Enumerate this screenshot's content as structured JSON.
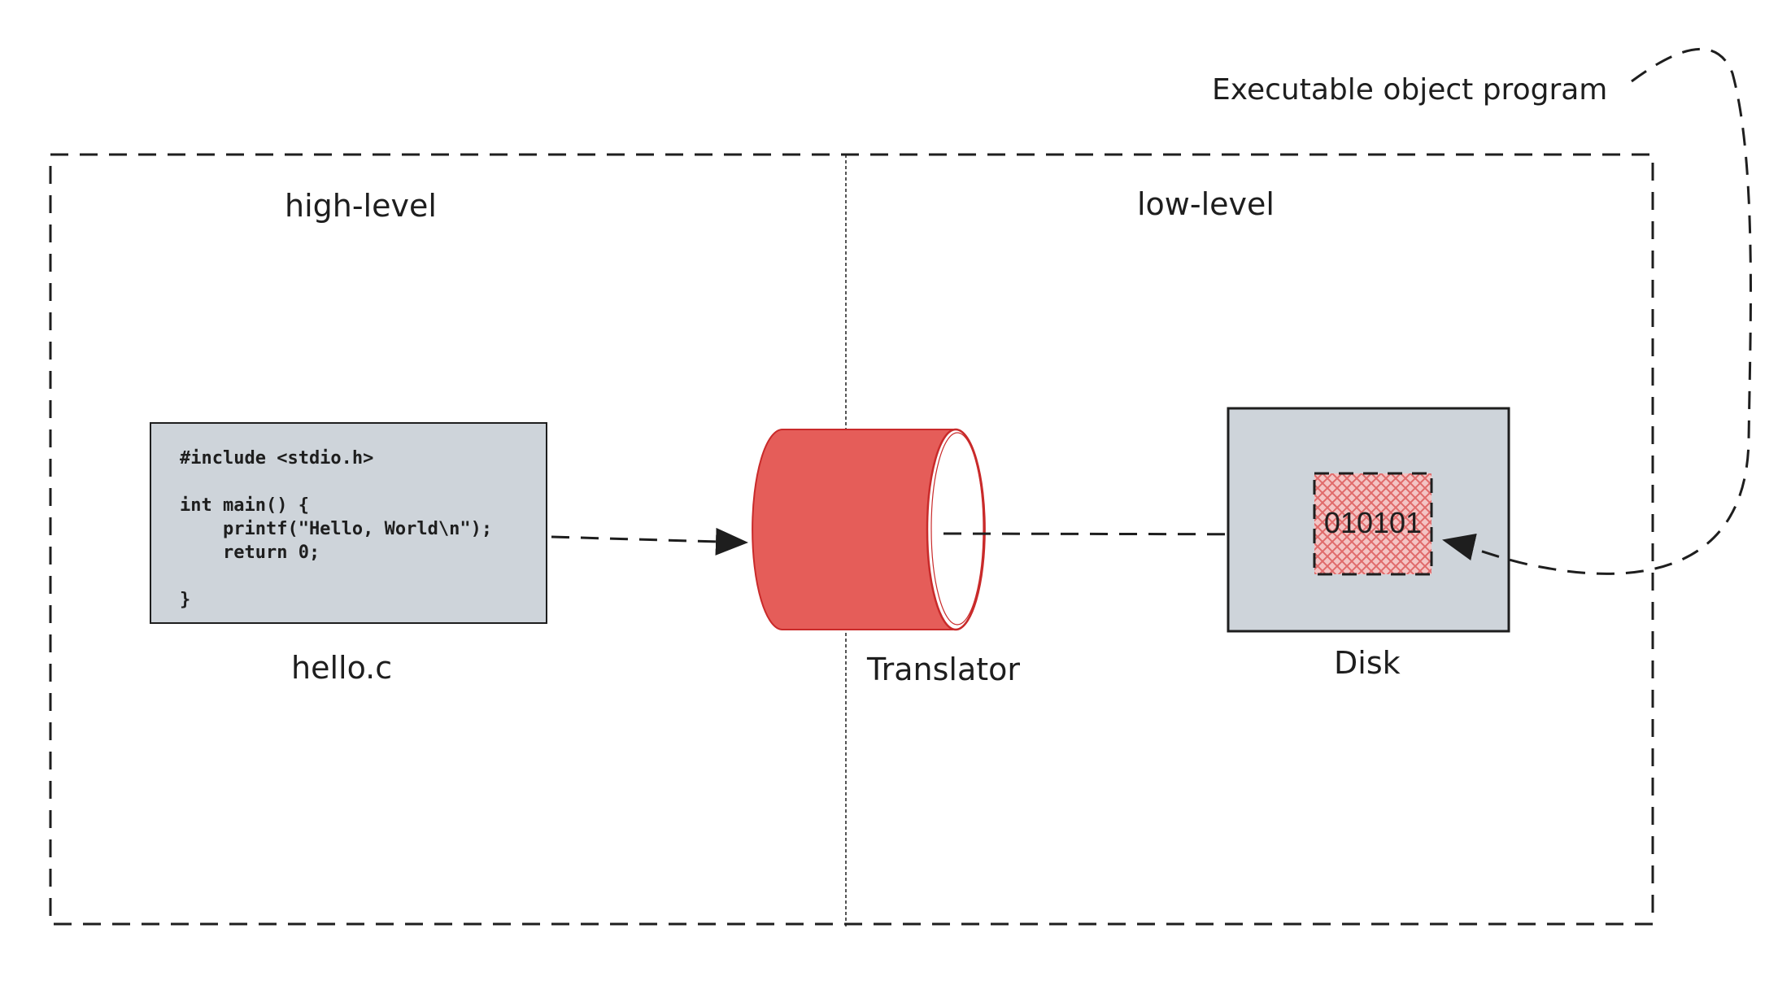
{
  "labels": {
    "high_level": "high-level",
    "low_level": "low-level",
    "source_file": "hello.c",
    "translator": "Translator",
    "disk": "Disk",
    "executable": "Executable object program",
    "binary": "010101"
  },
  "code_lines": [
    "#include <stdio.h>",
    "",
    "int main() {",
    "    printf(\"Hello, World\\n\");",
    "    return 0;",
    "",
    "}"
  ],
  "colors": {
    "stroke": "#1e1e1e",
    "box_fill": "#ced4da",
    "translator_fill": "#e55d59",
    "translator_stroke": "#e03131",
    "hatch": "#e06a6a"
  }
}
